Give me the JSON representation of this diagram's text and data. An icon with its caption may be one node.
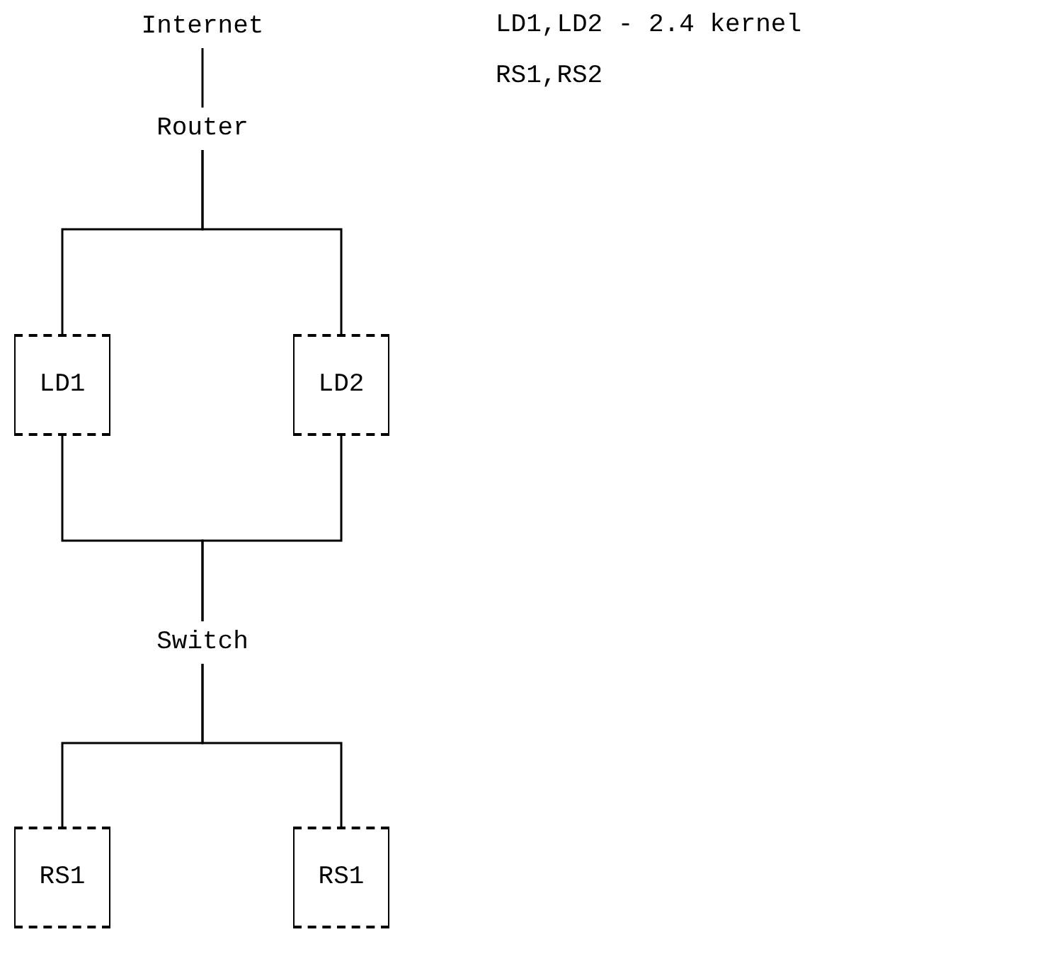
{
  "diagram": {
    "nodes": [
      {
        "text": [
          "Internet"
        ]
      },
      {
        "text": [
          "Router"
        ]
      },
      {
        "text": [
          "LD1"
        ]
      },
      {
        "text": [
          "LD2"
        ]
      },
      {
        "text": [
          "Switch"
        ]
      },
      {
        "text": [
          "RS1"
        ]
      },
      {
        "text": [
          "RS1"
        ]
      }
    ],
    "edges": [
      {
        "from": 0,
        "to": 1,
        "arrow": "none"
      },
      {
        "from": 1,
        "to": 2,
        "arrow": "none"
      },
      {
        "from": 1,
        "to": 3,
        "arrow": "none"
      },
      {
        "from": 2,
        "to": 4,
        "arrow": "none"
      },
      {
        "from": 3,
        "to": 4,
        "arrow": "none"
      },
      {
        "from": 4,
        "to": 5,
        "arrow": "none"
      },
      {
        "from": 4,
        "to": 6,
        "arrow": "none"
      }
    ],
    "labels": [
      "LD1,LD2 - 2.4 kernel",
      "RS1,RS2"
    ]
  }
}
